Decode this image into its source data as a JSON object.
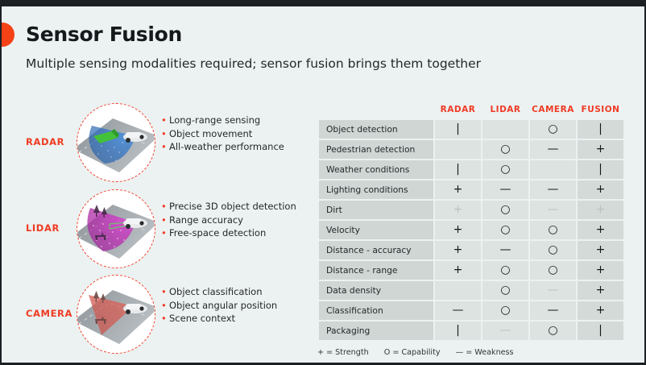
{
  "header": {
    "title": "Sensor Fusion",
    "subtitle": "Multiple sensing modalities required; sensor fusion brings them together",
    "accent_color": "#ef3b24",
    "dot_color": "#f44116"
  },
  "modalities": [
    {
      "label": "RADAR",
      "image_name": "radar-beam-illustration",
      "beam_color": "#2f6fc4",
      "bullets": [
        "Long-range sensing",
        "Object movement",
        "All-weather performance"
      ]
    },
    {
      "label": "LIDAR",
      "image_name": "lidar-beam-illustration",
      "beam_color": "#c62ec0",
      "bullets": [
        "Precise 3D object detection",
        "Range accuracy",
        "Free-space detection"
      ]
    },
    {
      "label": "CAMERA",
      "image_name": "camera-beam-illustration",
      "beam_color": "#d4564f",
      "bullets": [
        "Object classification",
        "Object angular position",
        "Scene context"
      ]
    }
  ],
  "matrix": {
    "columns": [
      "RADAR",
      "LIDAR",
      "CAMERA",
      "FUSION"
    ],
    "rows": [
      {
        "label": "Object detection",
        "values": [
          "|",
          "",
          "○",
          "|"
        ],
        "faded": [
          false,
          false,
          false,
          false
        ]
      },
      {
        "label": "Pedestrian detection",
        "values": [
          "",
          "○",
          "—",
          "+"
        ],
        "faded": [
          false,
          false,
          false,
          false
        ]
      },
      {
        "label": "Weather conditions",
        "values": [
          "|",
          "○",
          "",
          "|"
        ],
        "faded": [
          false,
          false,
          false,
          false
        ]
      },
      {
        "label": "Lighting conditions",
        "values": [
          "+",
          "—",
          "—",
          "+"
        ],
        "faded": [
          false,
          false,
          false,
          false
        ]
      },
      {
        "label": "Dirt",
        "values": [
          "+",
          "○",
          "—",
          "+"
        ],
        "faded": [
          true,
          false,
          true,
          true
        ]
      },
      {
        "label": "Velocity",
        "values": [
          "+",
          "○",
          "○",
          "+"
        ],
        "faded": [
          false,
          false,
          false,
          false
        ]
      },
      {
        "label": "Distance - accuracy",
        "values": [
          "+",
          "—",
          "○",
          "+"
        ],
        "faded": [
          false,
          false,
          false,
          false
        ]
      },
      {
        "label": "Distance - range",
        "values": [
          "+",
          "○",
          "○",
          "+"
        ],
        "faded": [
          false,
          false,
          false,
          false
        ]
      },
      {
        "label": "Data density",
        "values": [
          "",
          "○",
          "—",
          "+"
        ],
        "faded": [
          false,
          false,
          true,
          false
        ]
      },
      {
        "label": "Classification",
        "values": [
          "—",
          "○",
          "—",
          "+"
        ],
        "faded": [
          false,
          false,
          false,
          false
        ]
      },
      {
        "label": "Packaging",
        "values": [
          "|",
          "—",
          "○",
          "|"
        ],
        "faded": [
          false,
          true,
          false,
          false
        ]
      }
    ],
    "legend": [
      "+ = Strength",
      "O = Capability",
      "— = Weakness"
    ]
  }
}
